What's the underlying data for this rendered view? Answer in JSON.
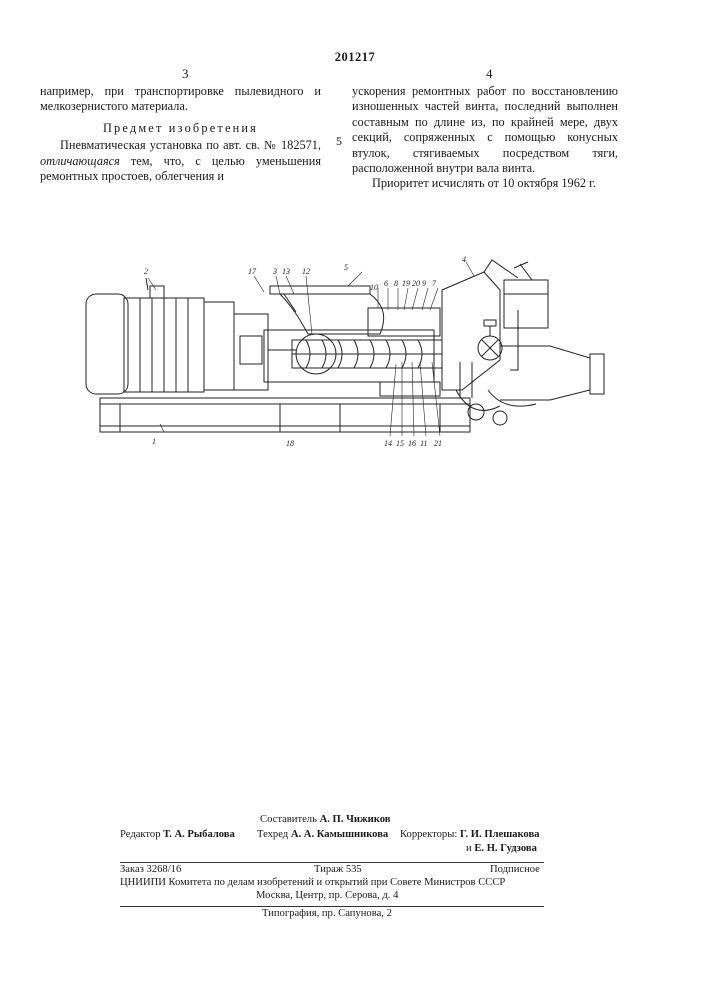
{
  "patent_number": "201217",
  "left_column": {
    "page_number": "3",
    "intro": "например, при транспортировке пылевидного и мелкозернистого материала.",
    "heading": "Предмет изобретения",
    "claim_lead": "Пневматическая установка по авт. св. № 182571, ",
    "claim_em": "отличающаяся",
    "claim_rest": " тем, что, с целью уменьшения ремонтных простоев, облегчения и"
  },
  "right_column": {
    "page_number": "4",
    "claim_cont": "ускорения ремонтных работ по восстановлению изношенных частей винта, последний выполнен составным по длине из, по крайней мере, двух секций, сопряженных с помощью конусных втулок, стягиваемых посредством тяги, расположенной внутри вала винта.",
    "priority": "Приоритет исчислять от 10 октября 1962 г."
  },
  "margin_line_number": "5",
  "figure": {
    "labels": [
      "1",
      "2",
      "3",
      "4",
      "5",
      "6",
      "7",
      "8",
      "9",
      "10",
      "11",
      "12",
      "13",
      "14",
      "15",
      "16",
      "17",
      "18",
      "19",
      "20",
      "21"
    ]
  },
  "imprint": {
    "compiler_label": "Составитель",
    "compiler": "А. П. Чижиков",
    "editor_label": "Редактор",
    "editor": "Т. А. Рыбалова",
    "techred_label": "Техред",
    "techred": "А. А. Камышникова",
    "correctors_label": "Корректоры:",
    "corrector_1": "Г. И. Плешакова",
    "corrector_2_prefix": "и",
    "corrector_2": "Е. Н. Гудзова",
    "order": "Заказ 3268/16",
    "circulation": "Тираж 535",
    "subscription": "Подписное",
    "institute": "ЦНИИПИ Комитета по делам изобретений и открытий при Совете Министров СССР",
    "address": "Москва, Центр, пр. Серова, д. 4",
    "printer": "Типография, пр. Сапунова, 2"
  }
}
